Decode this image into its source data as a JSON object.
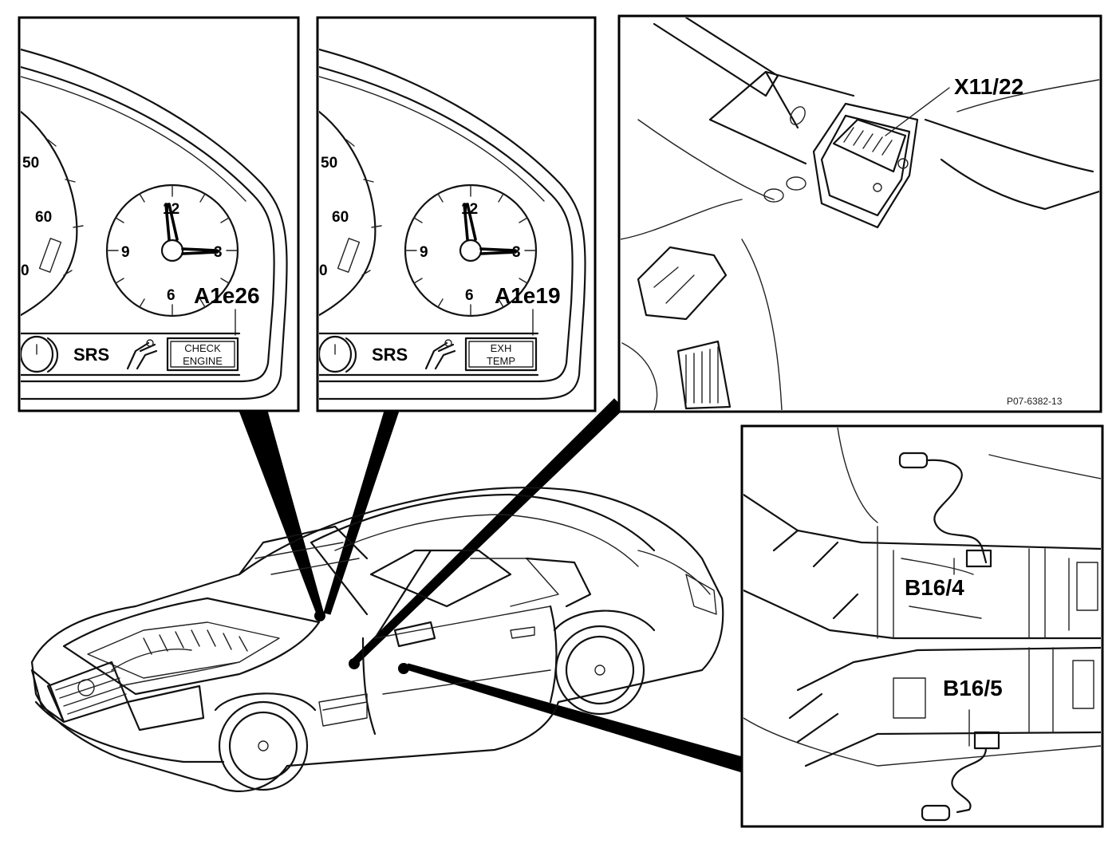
{
  "panels": {
    "check_engine": {
      "component": "A1e26",
      "lamp_line1": "CHECK",
      "lamp_line2": "ENGINE",
      "srs": "SRS",
      "speed_50": "50",
      "speed_60": "60",
      "speed_0": "0",
      "clock_12": "12",
      "clock_3": "3",
      "clock_6": "6",
      "clock_9": "9"
    },
    "exh_temp": {
      "component": "A1e19",
      "lamp_line1": "EXH",
      "lamp_line2": "TEMP",
      "srs": "SRS",
      "speed_50": "50",
      "speed_60": "60",
      "speed_0": "0",
      "clock_12": "12",
      "clock_3": "3",
      "clock_6": "6",
      "clock_9": "9"
    },
    "connector": {
      "component": "X11/22",
      "figure_code": "P07-6382-13"
    },
    "sensors": {
      "upper": "B16/4",
      "lower": "B16/5"
    }
  },
  "icons": [
    "clock-icon",
    "passenger-seat-icon",
    "diagnostic-connector-icon",
    "temperature-sensor-icon",
    "car-icon"
  ],
  "colors": {
    "ink": "#000000",
    "paper": "#ffffff"
  }
}
